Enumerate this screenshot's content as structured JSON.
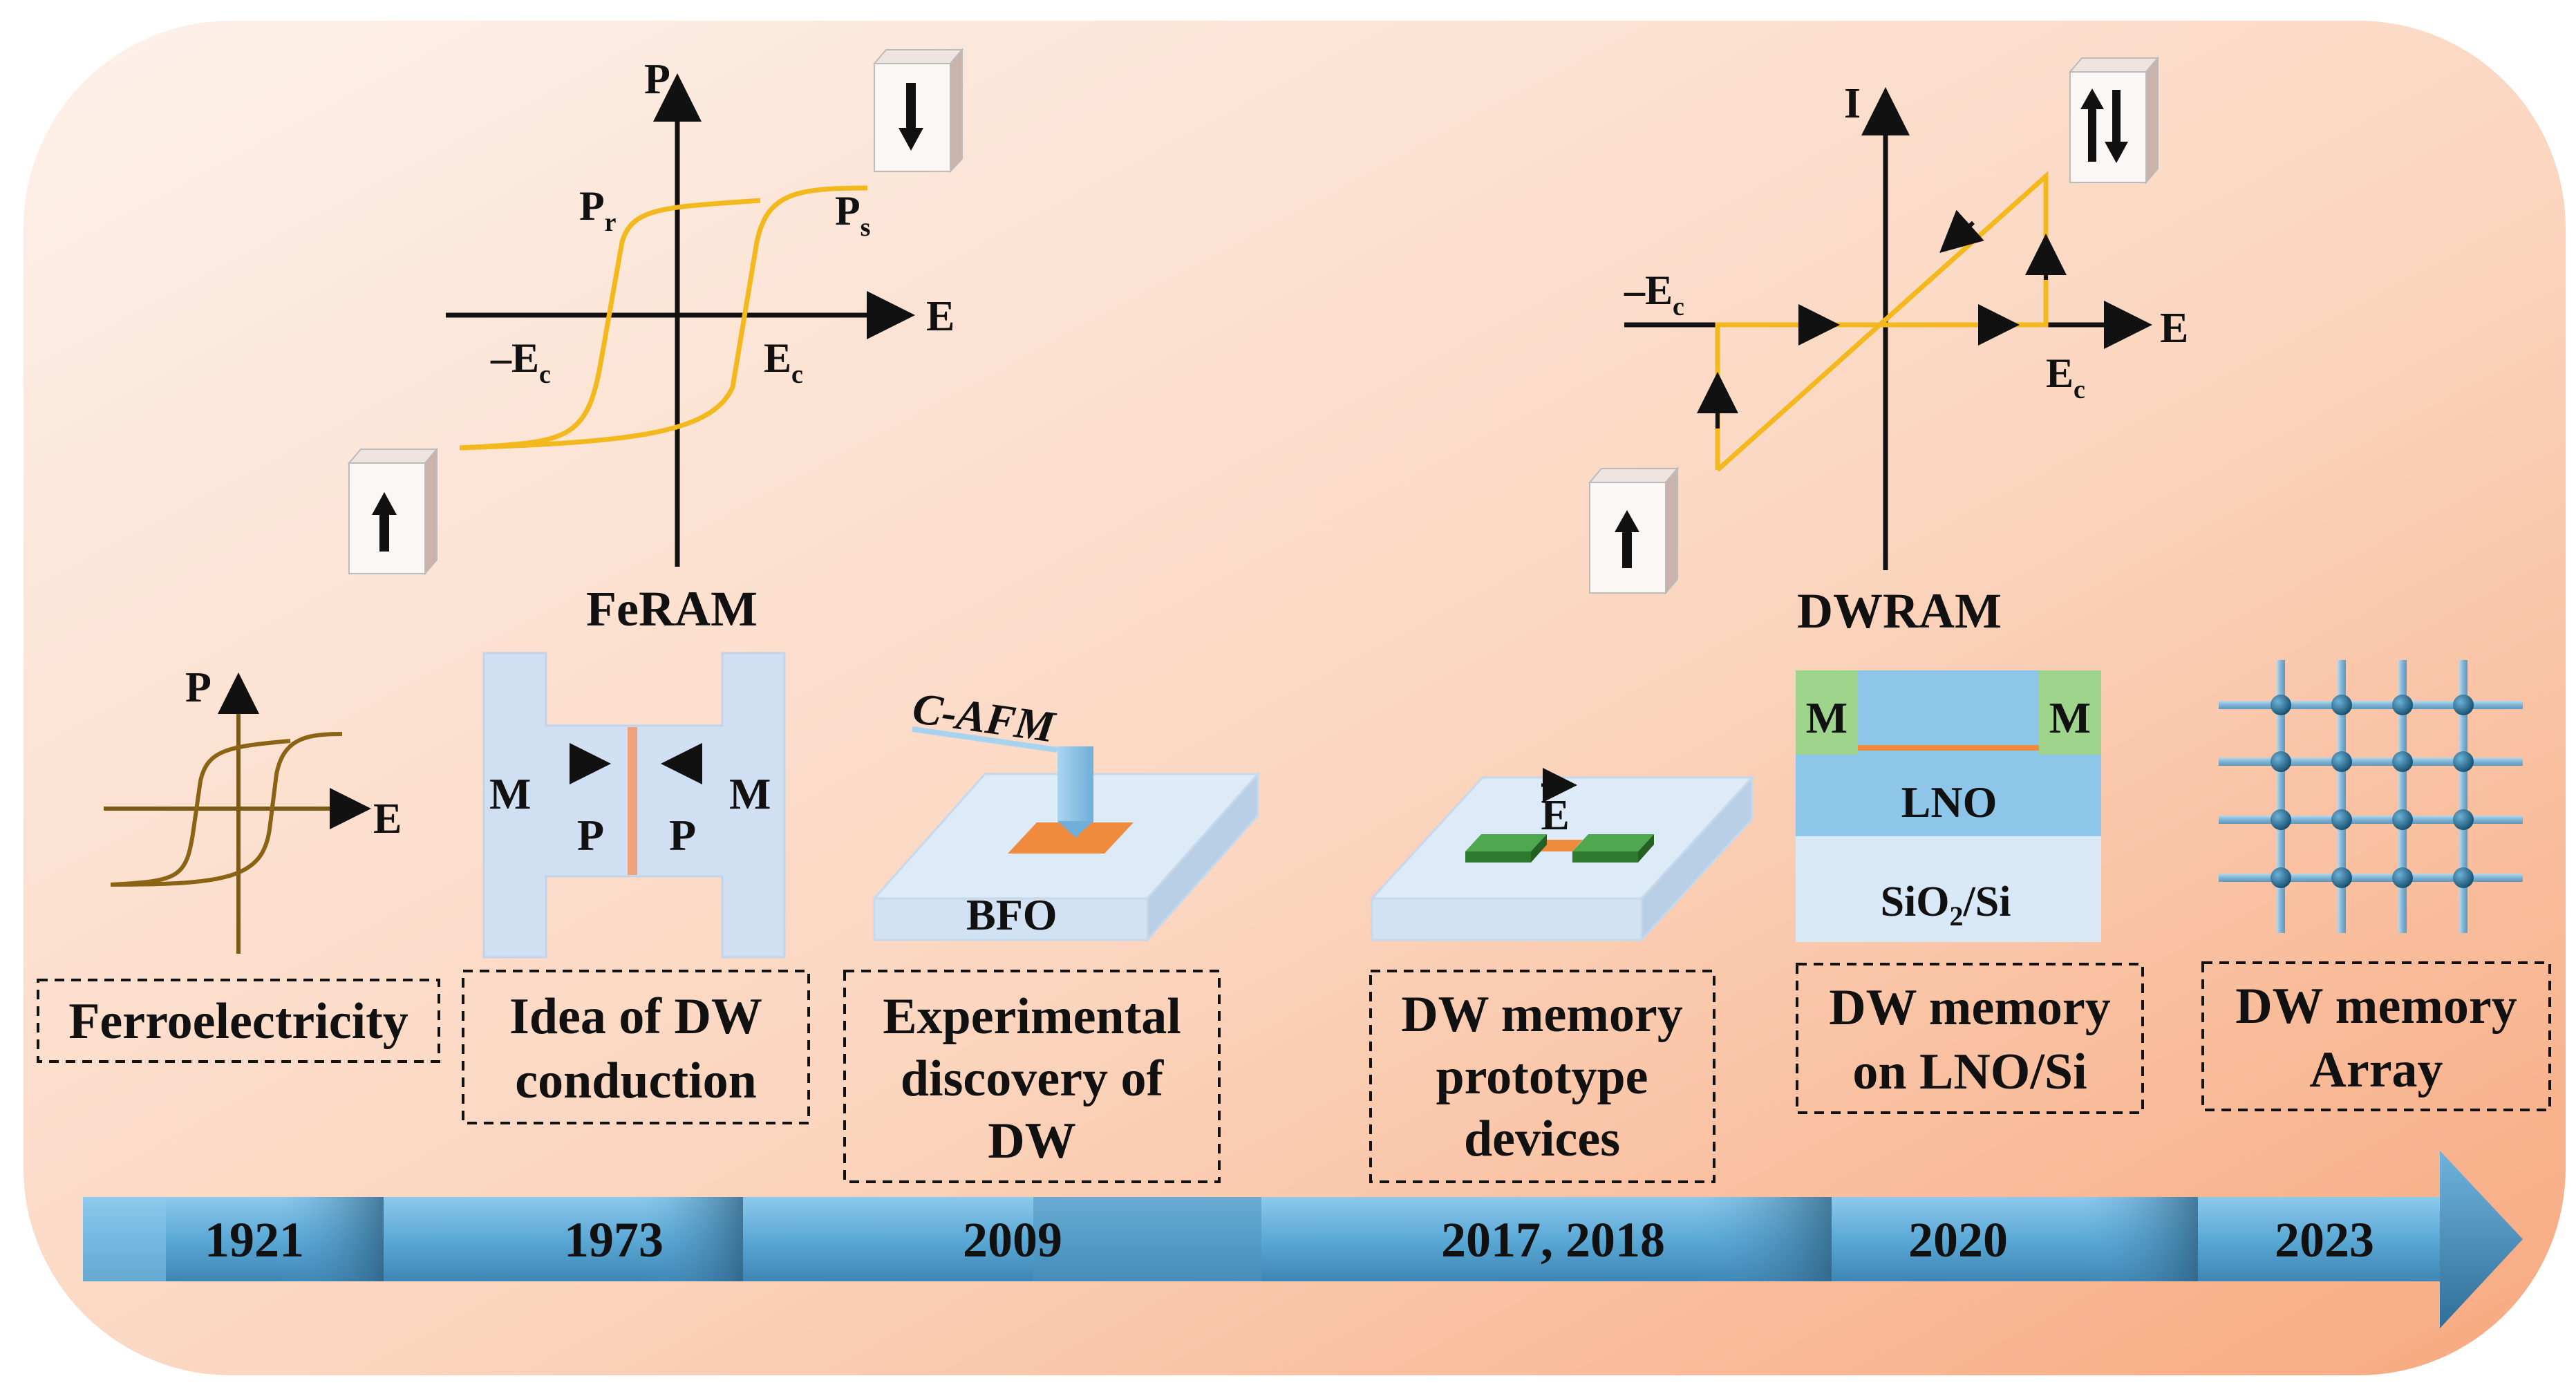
{
  "panels": {
    "feram": {
      "title": "FeRAM",
      "axis_p": "P",
      "axis_e": "E",
      "pr_main": "P",
      "pr_sub": "r",
      "ps_main": "P",
      "ps_sub": "s",
      "nec_main": "–E",
      "nec_sub": "c",
      "ec_main": "E",
      "ec_sub": "c"
    },
    "dwram": {
      "title": "DWRAM",
      "axis_i": "I",
      "axis_e": "E",
      "nec_main": "–E",
      "nec_sub": "c",
      "ec_main": "E",
      "ec_sub": "c"
    }
  },
  "illustrations": {
    "ferro": {
      "axis_p": "P",
      "axis_e": "E"
    },
    "dw_idea": {
      "m_left": "M",
      "m_right": "M",
      "p_left": "P",
      "p_right": "P"
    },
    "cafm": {
      "probe": "C-AFM",
      "substrate": "BFO"
    },
    "prototype": {
      "field": "E"
    },
    "lno": {
      "m_left": "M",
      "m_right": "M",
      "layer1": "LNO",
      "layer2_main": "SiO",
      "layer2_sub": "2",
      "layer2_rest": "/Si"
    }
  },
  "captions": [
    {
      "lines": [
        "Ferroelectricity"
      ]
    },
    {
      "lines": [
        "Idea of DW",
        "conduction"
      ]
    },
    {
      "lines": [
        "Experimental",
        "discovery of",
        "DW"
      ]
    },
    {
      "lines": [
        "DW memory",
        "prototype",
        "devices"
      ]
    },
    {
      "lines": [
        "DW memory",
        "on LNO/Si"
      ]
    },
    {
      "lines": [
        "DW memory",
        "Array"
      ]
    }
  ],
  "timeline": {
    "years": [
      "1921",
      "1973",
      "2009",
      "2017, 2018",
      "2020",
      "2023"
    ]
  },
  "colors": {
    "loop": "#F2B81C",
    "ferro_loop": "#8A6414",
    "arrow_band": "#5BA9D6",
    "electrode": "#3C8F3C",
    "domain_wall": "#F08A3C",
    "lno": "#8EC6EA",
    "sio2": "#D8E8F6",
    "m_block": "#9ED48C",
    "array_node": "#1F6D95"
  }
}
